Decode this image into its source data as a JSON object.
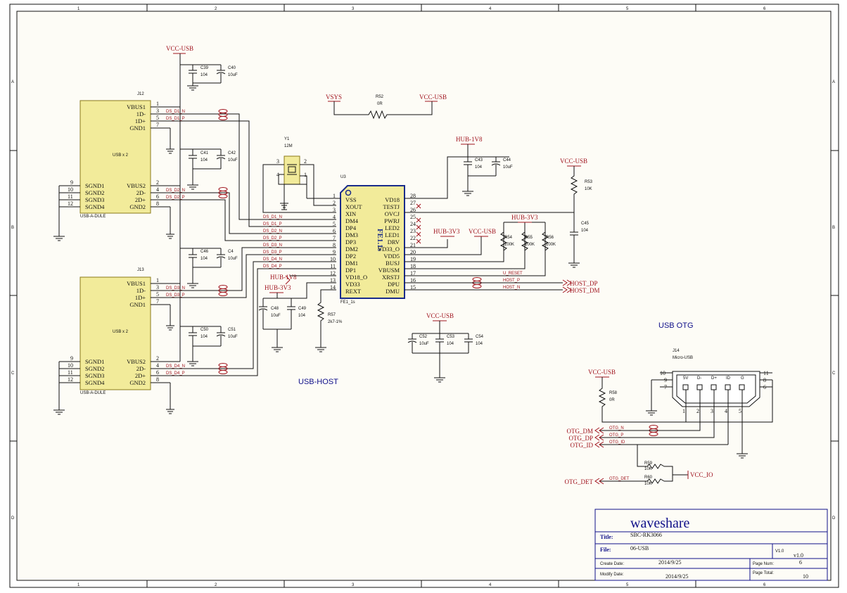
{
  "frame": {
    "columns": [
      "1",
      "2",
      "3",
      "4",
      "5",
      "6"
    ],
    "rows": [
      "A",
      "B",
      "C",
      "D"
    ]
  },
  "power": {
    "vcc_usb": "VCC-USB",
    "vsys": "VSYS",
    "hub_1v8": "HUB-1V8",
    "hub_3v3": "HUB-3V3",
    "vcc_io": "VCC_IO"
  },
  "connectors": {
    "j12": {
      "ref": "J12",
      "part": "USB-A-DULE",
      "body": "USB x 2",
      "pins": [
        "VBUS1",
        "1D-",
        "1D+",
        "GND1",
        "SGND1",
        "SGND2",
        "SGND3",
        "SGND4",
        "VBUS2",
        "2D-",
        "2D+",
        "GND2"
      ]
    },
    "j13": {
      "ref": "J13",
      "part": "USB-A-DULE",
      "body": "USB x 2",
      "pins": [
        "VBUS1",
        "1D-",
        "1D+",
        "GND1",
        "SGND1",
        "SGND2",
        "SGND3",
        "SGND4",
        "VBUS2",
        "2D-",
        "2D+",
        "GND2"
      ]
    },
    "j14": {
      "ref": "J14",
      "part": "Micro-USB",
      "pins": [
        "5V",
        "D-",
        "D+",
        "ID",
        "G"
      ]
    }
  },
  "ic": {
    "ref": "U3",
    "name": "FE1.1s",
    "part": "FE1_1s",
    "left_pins": [
      {
        "n": "1",
        "name": "VSS"
      },
      {
        "n": "2",
        "name": "XOUT"
      },
      {
        "n": "3",
        "name": "XIN"
      },
      {
        "n": "4",
        "name": "DM4"
      },
      {
        "n": "5",
        "name": "DP4"
      },
      {
        "n": "6",
        "name": "DM3"
      },
      {
        "n": "7",
        "name": "DP3"
      },
      {
        "n": "8",
        "name": "DM2"
      },
      {
        "n": "9",
        "name": "DP2"
      },
      {
        "n": "10",
        "name": "DM1"
      },
      {
        "n": "11",
        "name": "DP1"
      },
      {
        "n": "12",
        "name": "VD18_O"
      },
      {
        "n": "13",
        "name": "VD33"
      },
      {
        "n": "14",
        "name": "REXT"
      }
    ],
    "right_pins": [
      {
        "n": "28",
        "name": "VD18"
      },
      {
        "n": "27",
        "name": "TESTJ"
      },
      {
        "n": "26",
        "name": "OVCJ"
      },
      {
        "n": "25",
        "name": "PWRJ"
      },
      {
        "n": "24",
        "name": "LED2"
      },
      {
        "n": "23",
        "name": "LED1"
      },
      {
        "n": "22",
        "name": "DRV"
      },
      {
        "n": "21",
        "name": "VD33_O"
      },
      {
        "n": "20",
        "name": "VDD5"
      },
      {
        "n": "19",
        "name": "BUSJ"
      },
      {
        "n": "18",
        "name": "VBUSM"
      },
      {
        "n": "17",
        "name": "XRSTJ"
      },
      {
        "n": "16",
        "name": "DPU"
      },
      {
        "n": "15",
        "name": "DMU"
      }
    ]
  },
  "crystal": {
    "ref": "Y1",
    "value": "12M"
  },
  "components": {
    "c39": {
      "ref": "C39",
      "value": "104"
    },
    "c40": {
      "ref": "C40",
      "value": "10uF"
    },
    "c41": {
      "ref": "C41",
      "value": "104"
    },
    "c42": {
      "ref": "C42",
      "value": "10uF"
    },
    "c46": {
      "ref": "C46",
      "value": "104"
    },
    "c4": {
      "ref": "C4",
      "value": "10uF"
    },
    "c50": {
      "ref": "C50",
      "value": "104"
    },
    "c51": {
      "ref": "C51",
      "value": "10uF"
    },
    "c43": {
      "ref": "C43",
      "value": "104"
    },
    "c44": {
      "ref": "C44",
      "value": "10uF"
    },
    "c45": {
      "ref": "C45",
      "value": "104"
    },
    "c48": {
      "ref": "C48",
      "value": "10uF"
    },
    "c49": {
      "ref": "C49",
      "value": "104"
    },
    "c52": {
      "ref": "C52",
      "value": "10uF"
    },
    "c53": {
      "ref": "C53",
      "value": "104"
    },
    "c54": {
      "ref": "C54",
      "value": "104"
    },
    "r52": {
      "ref": "R52",
      "value": "0R"
    },
    "r53": {
      "ref": "R53",
      "value": "10K"
    },
    "r54": {
      "ref": "R54",
      "value": "100K"
    },
    "r55": {
      "ref": "R55",
      "value": "100K"
    },
    "r56": {
      "ref": "R56",
      "value": "100K"
    },
    "r57": {
      "ref": "R57",
      "value": "2k7-1%"
    },
    "r58": {
      "ref": "R58",
      "value": "0R"
    },
    "r59": {
      "ref": "R59",
      "value": "10K"
    },
    "r60": {
      "ref": "R60",
      "value": "10K"
    }
  },
  "signals": {
    "ds_d1_n": "DS_D1_N",
    "ds_d1_p": "DS_D1_P",
    "ds_d2_n": "DS_D2_N",
    "ds_d2_p": "DS_D2_P",
    "ds_d3_n": "DS_D3_N",
    "ds_d3_p": "DS_D3_P",
    "ds_d4_n": "DS_D4_N",
    "ds_d4_p": "DS_D4_P",
    "u_reset": "U_RESET",
    "host_p": "HOST_P",
    "host_n": "HOST_N",
    "otg_n": "OTG_N",
    "otg_p": "OTG_P",
    "otg_id": "OTG_ID",
    "otg_det": "OTG_DET"
  },
  "ports": {
    "host_dp": "HOST_DP",
    "host_dm": "HOST_DM",
    "otg_dm": "OTG_DM",
    "otg_dp": "OTG_DP",
    "otg_id": "OTG_ID",
    "otg_det": "OTG_DET"
  },
  "labels": {
    "usb_host": "USB-HOST",
    "usb_otg": "USB OTG"
  },
  "title_block": {
    "company": "waveshare",
    "title_label": "Title:",
    "title": "SBC-RK3066",
    "file_label": "File:",
    "file": "06-USB",
    "version_small": "V1.0",
    "version": "v1.0",
    "create_label": "Create Date:",
    "create_date": "2014/9/25",
    "modify_label": "Modify Date:",
    "modify_date": "2014/9/25",
    "page_num_label": "Page Num:",
    "page_num": "6",
    "page_total_label": "Page Total:",
    "page_total": "10"
  }
}
